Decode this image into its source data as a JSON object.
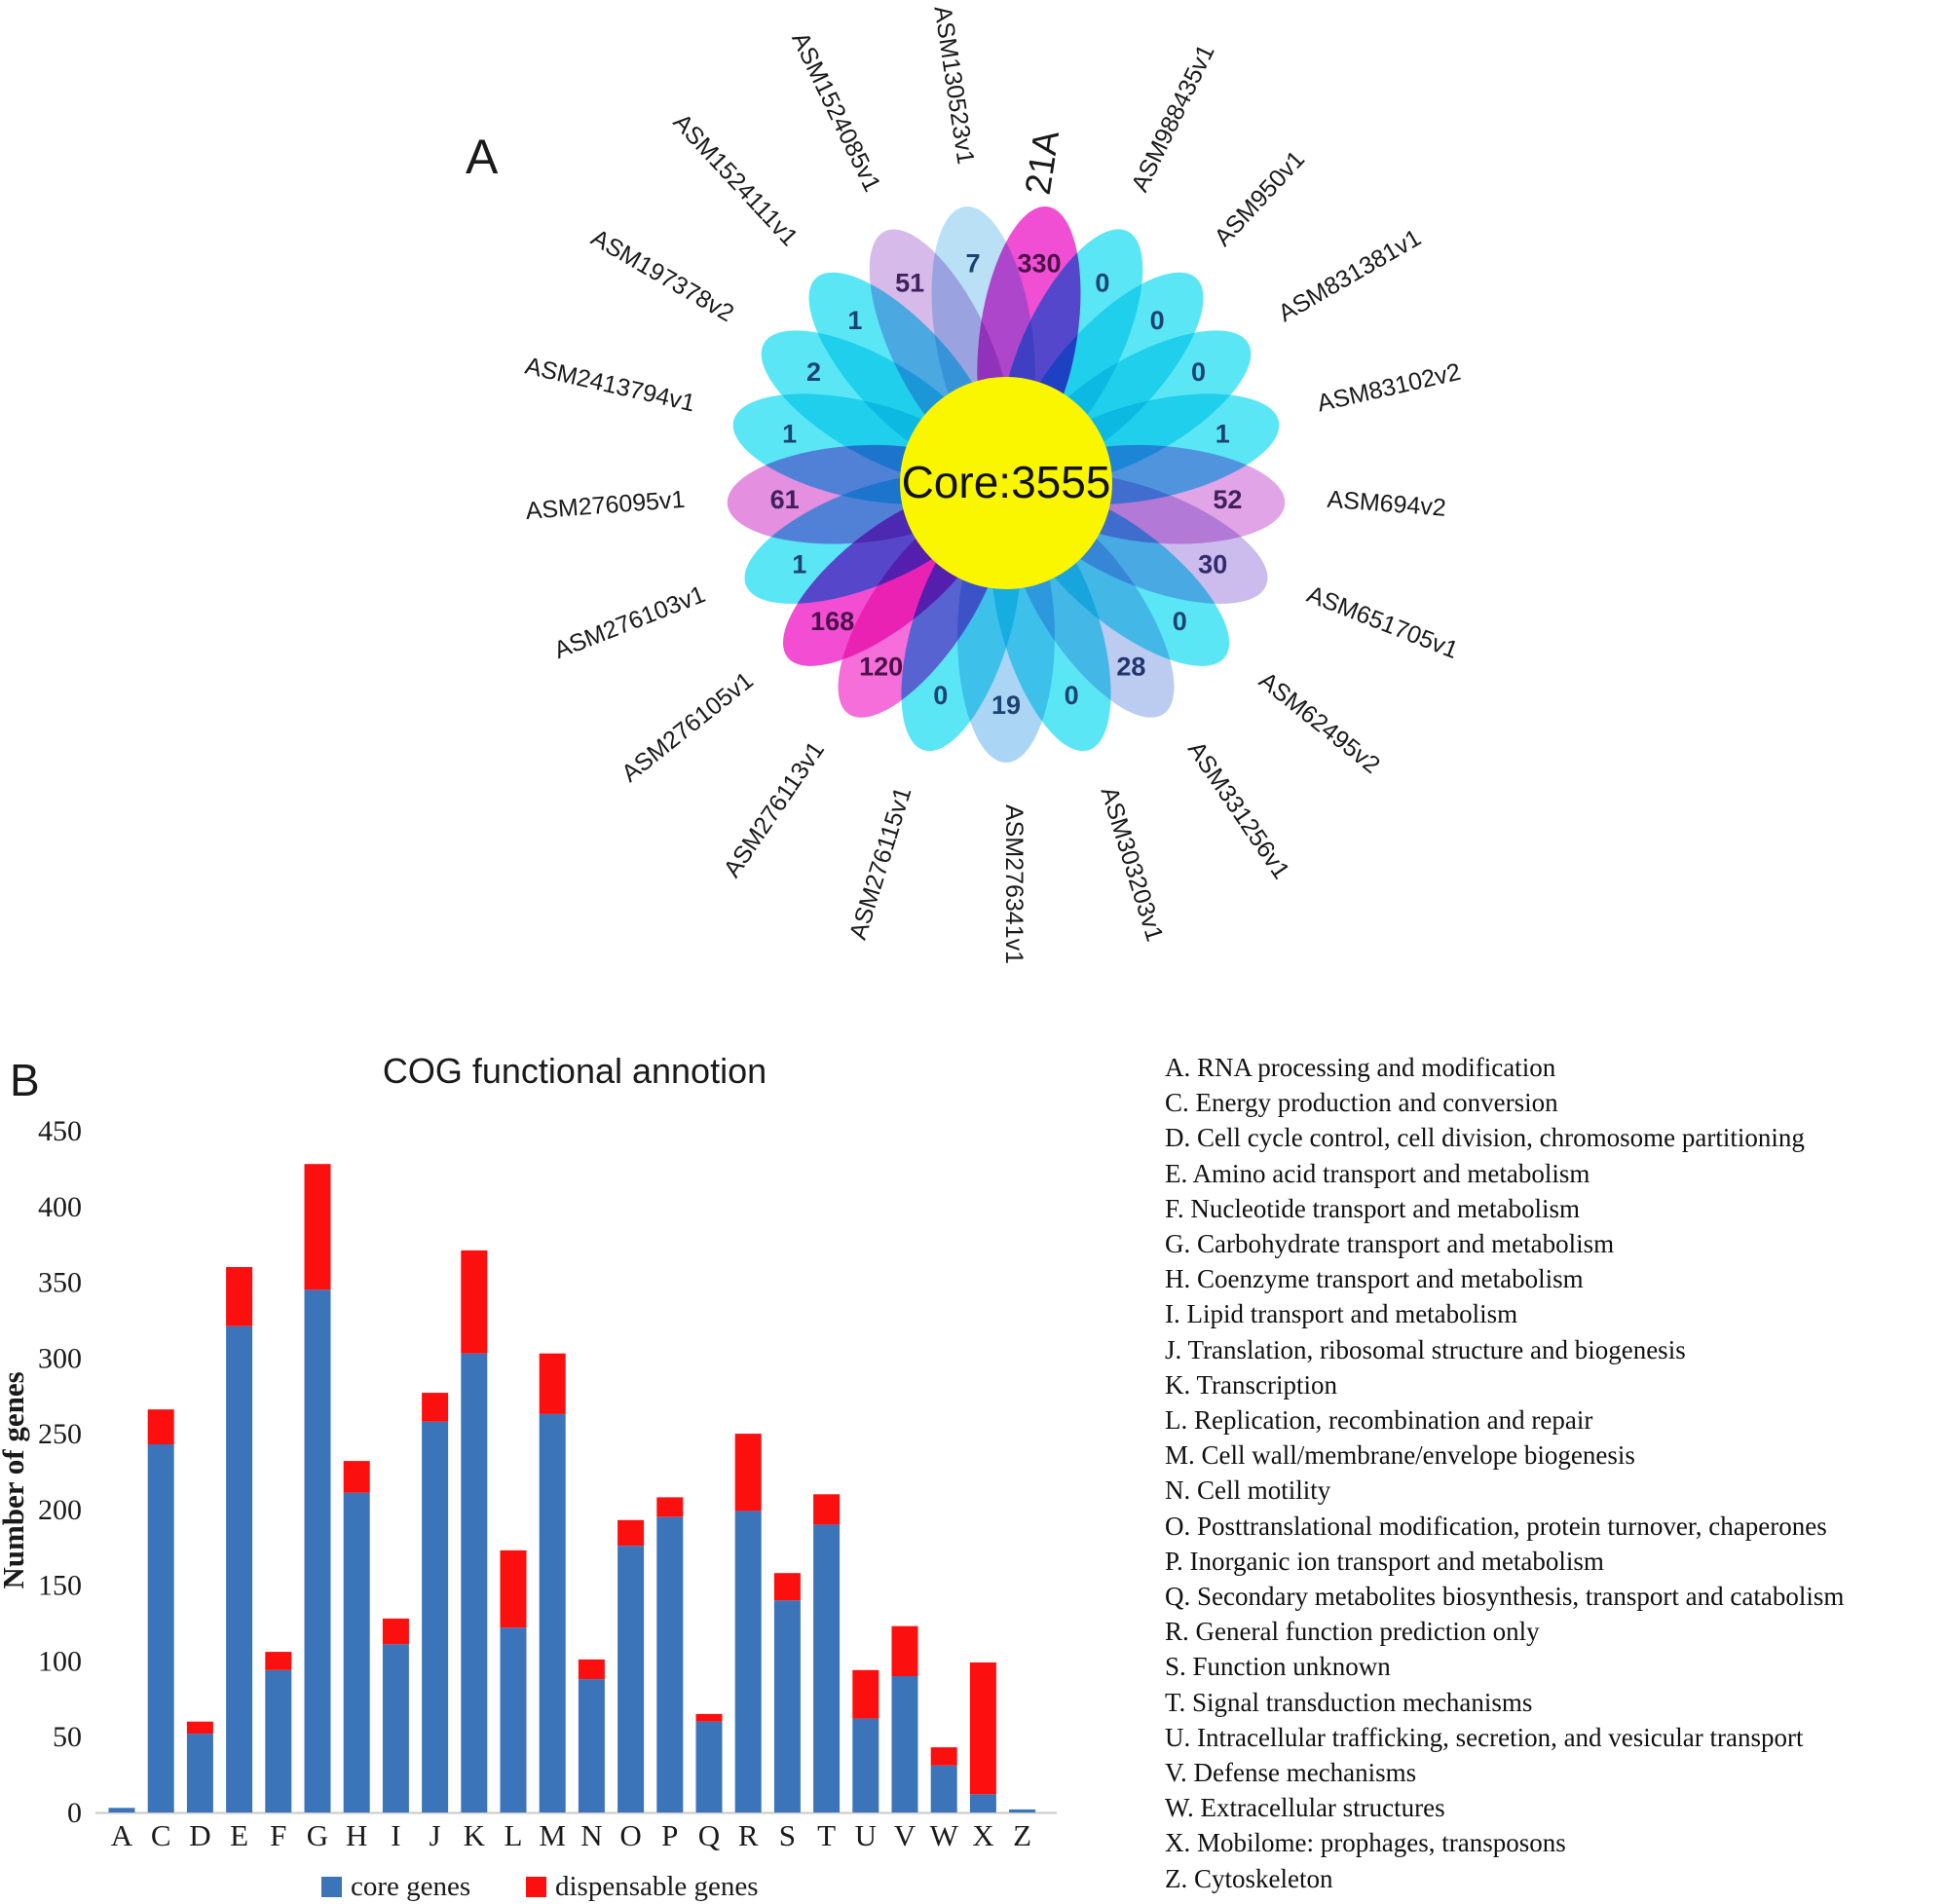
{
  "figure": {
    "panel_a_label": "A",
    "panel_b_label": "B"
  },
  "panelA": {
    "core_label": "Core:3555",
    "core_color": "#FAF600",
    "highlight_color": "#F92318",
    "petals": [
      {
        "name": "21A",
        "value": "330",
        "color": "#EC1EC8",
        "text_color": "#4A1048",
        "highlight": true
      },
      {
        "name": "ASM988435v1",
        "value": "0",
        "color": "#2BDFF2",
        "text_color": "#1C4373"
      },
      {
        "name": "ASM950v1",
        "value": "0",
        "color": "#2BDFF2",
        "text_color": "#1C4373"
      },
      {
        "name": "ASM831381v1",
        "value": "0",
        "color": "#2BDFF2",
        "text_color": "#1C4373"
      },
      {
        "name": "ASM83102v2",
        "value": "1",
        "color": "#2BDFF2",
        "text_color": "#1C4373"
      },
      {
        "name": "ASM694v2",
        "value": "52",
        "color": "#D98BE0",
        "text_color": "#40215E"
      },
      {
        "name": "ASM651705v1",
        "value": "30",
        "color": "#BCA9E8",
        "text_color": "#322B6E"
      },
      {
        "name": "ASM62495v2",
        "value": "0",
        "color": "#2BDFF2",
        "text_color": "#1C4373"
      },
      {
        "name": "ASM331256v1",
        "value": "28",
        "color": "#A9BCEC",
        "text_color": "#23356E"
      },
      {
        "name": "ASM303203v1",
        "value": "0",
        "color": "#2BDFF2",
        "text_color": "#1C4373"
      },
      {
        "name": "ASM276341v1",
        "value": "19",
        "color": "#93C9F1",
        "text_color": "#1C4373"
      },
      {
        "name": "ASM276115v1",
        "value": "0",
        "color": "#2BDFF2",
        "text_color": "#1C4373"
      },
      {
        "name": "ASM276113v1",
        "value": "120",
        "color": "#F445CE",
        "text_color": "#4A1048"
      },
      {
        "name": "ASM276105v1",
        "value": "168",
        "color": "#F01CC6",
        "text_color": "#4A1048"
      },
      {
        "name": "ASM276103v1",
        "value": "1",
        "color": "#2BDFF2",
        "text_color": "#1C4373"
      },
      {
        "name": "ASM276095v1",
        "value": "61",
        "color": "#DC6FD6",
        "text_color": "#40215E"
      },
      {
        "name": "ASM2413794v1",
        "value": "1",
        "color": "#2BDFF2",
        "text_color": "#1C4373"
      },
      {
        "name": "ASM197378v2",
        "value": "2",
        "color": "#2BDFF2",
        "text_color": "#1C4373"
      },
      {
        "name": "ASM1524111v1",
        "value": "1",
        "color": "#2BDFF2",
        "text_color": "#1C4373"
      },
      {
        "name": "ASM1524085v1",
        "value": "51",
        "color": "#C9A6E4",
        "text_color": "#40215E"
      },
      {
        "name": "ASM130523v1",
        "value": "7",
        "color": "#A5D7F2",
        "text_color": "#1C4373"
      }
    ]
  },
  "chart_data": {
    "type": "bar",
    "stacked": true,
    "title": "COG functional annotion",
    "xlabel": "",
    "ylabel": "Number of genes",
    "ylim": [
      0,
      450
    ],
    "yticks": [
      0,
      50,
      100,
      150,
      200,
      250,
      300,
      350,
      400,
      450
    ],
    "grid": false,
    "legend_position": "bottom",
    "categories": [
      "A",
      "C",
      "D",
      "E",
      "F",
      "G",
      "H",
      "I",
      "J",
      "K",
      "L",
      "M",
      "N",
      "O",
      "P",
      "Q",
      "R",
      "S",
      "T",
      "U",
      "V",
      "W",
      "X",
      "Z"
    ],
    "series": [
      {
        "name": "core genes",
        "color": "#3C74B9",
        "values": [
          3,
          243,
          52,
          321,
          94,
          345,
          211,
          111,
          258,
          303,
          122,
          263,
          88,
          176,
          195,
          60,
          199,
          140,
          190,
          62,
          90,
          31,
          12,
          2
        ]
      },
      {
        "name": "dispensable genes",
        "color": "#FB0F0F",
        "values": [
          0,
          23,
          8,
          39,
          12,
          83,
          21,
          17,
          19,
          68,
          51,
          40,
          13,
          17,
          13,
          5,
          51,
          18,
          20,
          32,
          33,
          12,
          87,
          0
        ]
      }
    ]
  },
  "cog_list": {
    "items": [
      "A. RNA processing and modification",
      "C. Energy production and conversion",
      "D. Cell cycle control, cell division, chromosome partitioning",
      "E. Amino acid transport and metabolism",
      "F. Nucleotide transport and metabolism",
      "G. Carbohydrate transport and metabolism",
      "H. Coenzyme transport and metabolism",
      "I. Lipid transport and metabolism",
      "J. Translation, ribosomal structure and biogenesis",
      "K. Transcription",
      "L. Replication, recombination and repair",
      "M. Cell wall/membrane/envelope biogenesis",
      "N. Cell motility",
      "O. Posttranslational modification, protein turnover, chaperones",
      "P. Inorganic ion transport and metabolism",
      "Q. Secondary metabolites biosynthesis, transport and catabolism",
      "R. General function prediction only",
      "S. Function unknown",
      "T. Signal transduction mechanisms",
      "U. Intracellular trafficking, secretion, and vesicular transport",
      "V. Defense mechanisms",
      "W. Extracellular structures",
      "X. Mobilome: prophages, transposons",
      "Z. Cytoskeleton"
    ]
  }
}
